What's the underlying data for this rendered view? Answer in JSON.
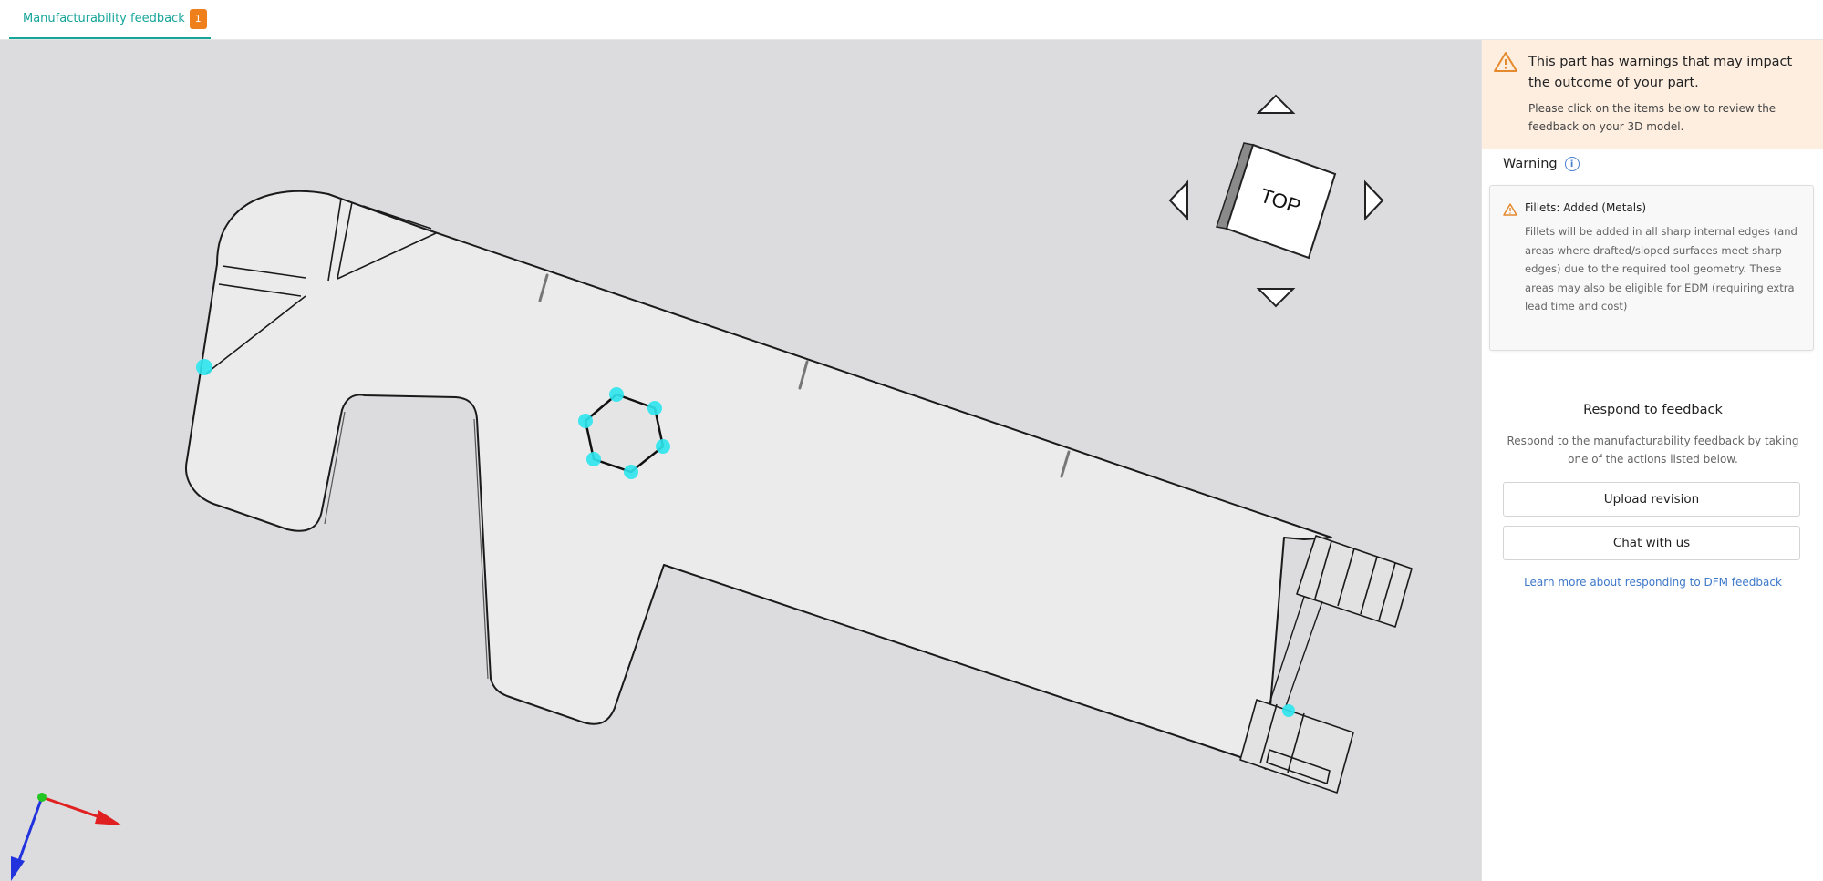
{
  "tab": {
    "label": "Manufacturability feedback",
    "badge": "1",
    "accent_color": "#17a59a",
    "badge_color": "#ef7f1a"
  },
  "viewer": {
    "view_cube_label": "TOP",
    "background_color": "#dcdcde",
    "highlight_color": "#2ee6ee",
    "axis_colors": {
      "x": "#e02020",
      "y": "#22c522",
      "z": "#2233dd"
    }
  },
  "alert": {
    "icon": "warning-triangle-icon",
    "title": "This part has warnings that may impact the outcome of your part.",
    "body": "Please click on the items below to review the feedback on your 3D model.",
    "background_color": "#fdeee0",
    "icon_color": "#e58a2e"
  },
  "warning_section": {
    "label": "Warning",
    "info_icon": "info-icon"
  },
  "warning_card": {
    "icon": "warning-triangle-icon",
    "title": "Fillets: Added (Metals)",
    "body": "Fillets will be added in all sharp internal edges (and areas where drafted/sloped surfaces meet sharp edges) due to the required tool geometry. These areas may also be eligible for EDM (requiring extra lead time and cost)"
  },
  "respond": {
    "title": "Respond to feedback",
    "body": "Respond to the manufacturability feedback by taking one of the actions listed below.",
    "upload_label": "Upload revision",
    "chat_label": "Chat with us",
    "learn_more_label": "Learn more about responding to DFM feedback",
    "link_color": "#3d78c9"
  }
}
